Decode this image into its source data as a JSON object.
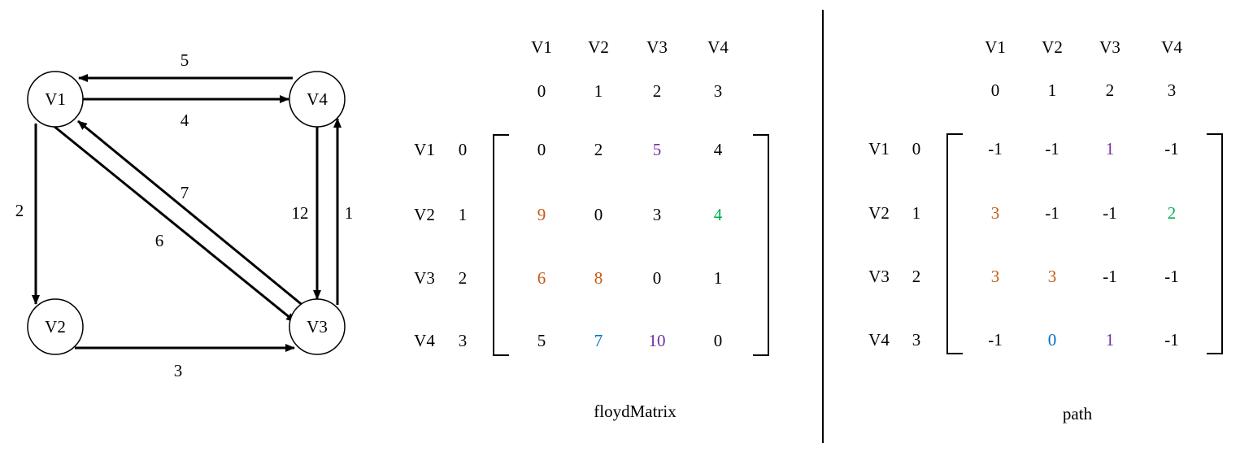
{
  "graph": {
    "nodes": [
      "V1",
      "V2",
      "V3",
      "V4"
    ],
    "edges": [
      {
        "from": "V4",
        "to": "V1",
        "weight": "5"
      },
      {
        "from": "V1",
        "to": "V4",
        "weight": "4"
      },
      {
        "from": "V1",
        "to": "V2",
        "weight": "2"
      },
      {
        "from": "V3",
        "to": "V1",
        "weight": "7"
      },
      {
        "from": "V1",
        "to": "V3",
        "weight": "6"
      },
      {
        "from": "V4",
        "to": "V3",
        "weight": "12"
      },
      {
        "from": "V3",
        "to": "V4",
        "weight": "1"
      },
      {
        "from": "V2",
        "to": "V3",
        "weight": "3"
      }
    ]
  },
  "floyd": {
    "caption": "floydMatrix",
    "col_headers": [
      "V1",
      "V2",
      "V3",
      "V4"
    ],
    "col_indices": [
      "0",
      "1",
      "2",
      "3"
    ],
    "row_headers": [
      "V1",
      "V2",
      "V3",
      "V4"
    ],
    "row_indices": [
      "0",
      "1",
      "2",
      "3"
    ],
    "cells": [
      [
        "0",
        "2",
        "5",
        "4"
      ],
      [
        "9",
        "0",
        "3",
        "4"
      ],
      [
        "6",
        "8",
        "0",
        "1"
      ],
      [
        "5",
        "7",
        "10",
        "0"
      ]
    ],
    "cell_colors": [
      [
        "#000000",
        "#000000",
        "#7030a0",
        "#000000"
      ],
      [
        "#c55a11",
        "#000000",
        "#000000",
        "#00b050"
      ],
      [
        "#c55a11",
        "#c55a11",
        "#000000",
        "#000000"
      ],
      [
        "#000000",
        "#0070c0",
        "#7030a0",
        "#000000"
      ]
    ]
  },
  "path": {
    "caption": "path",
    "col_headers": [
      "V1",
      "V2",
      "V3",
      "V4"
    ],
    "col_indices": [
      "0",
      "1",
      "2",
      "3"
    ],
    "row_headers": [
      "V1",
      "V2",
      "V3",
      "V4"
    ],
    "row_indices": [
      "0",
      "1",
      "2",
      "3"
    ],
    "cells": [
      [
        "-1",
        "-1",
        "1",
        "-1"
      ],
      [
        "3",
        "-1",
        "-1",
        "2"
      ],
      [
        "3",
        "3",
        "-1",
        "-1"
      ],
      [
        "-1",
        "0",
        "1",
        "-1"
      ]
    ],
    "cell_colors": [
      [
        "#000000",
        "#000000",
        "#7030a0",
        "#000000"
      ],
      [
        "#c55a11",
        "#000000",
        "#000000",
        "#00b050"
      ],
      [
        "#c55a11",
        "#c55a11",
        "#000000",
        "#000000"
      ],
      [
        "#000000",
        "#0070c0",
        "#7030a0",
        "#000000"
      ]
    ]
  }
}
